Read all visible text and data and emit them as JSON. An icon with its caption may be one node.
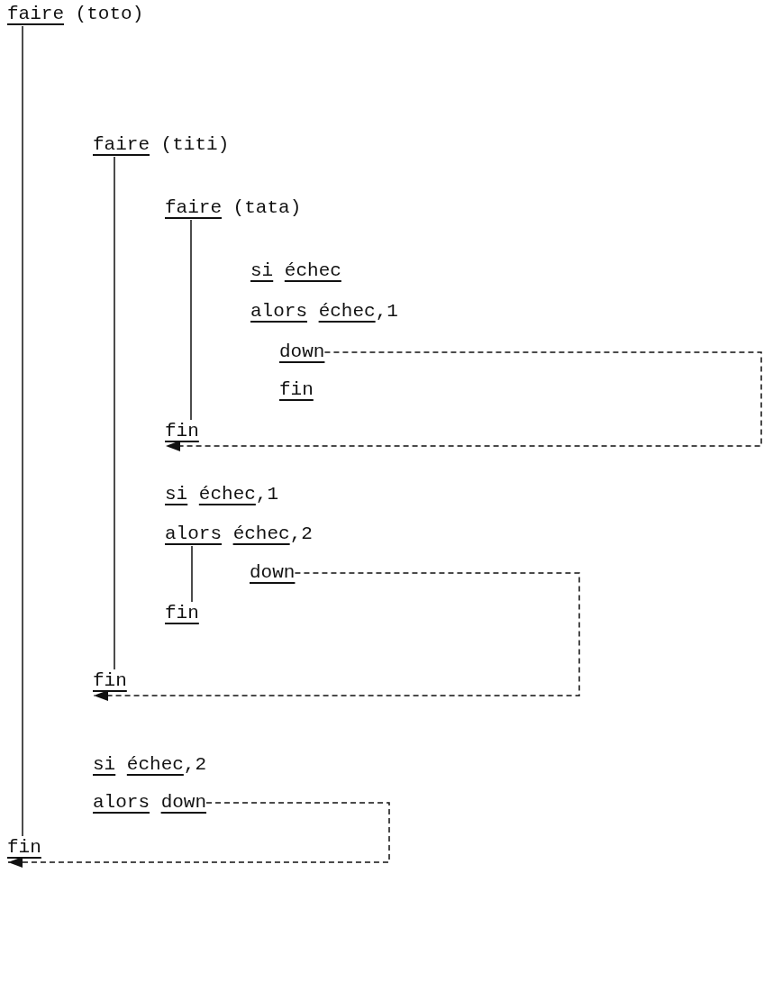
{
  "diagram": {
    "nodes": [
      {
        "text": [
          "faire (toto)"
        ]
      },
      {
        "text": [
          "faire (titi)"
        ]
      },
      {
        "text": [
          "faire (tata)"
        ]
      },
      {
        "text": [
          "si échec"
        ]
      },
      {
        "text": [
          "alors échec,1"
        ]
      },
      {
        "text": [
          "down"
        ]
      },
      {
        "text": [
          "fin"
        ]
      },
      {
        "text": [
          "fin"
        ]
      },
      {
        "text": [
          "si échec,1"
        ]
      },
      {
        "text": [
          "alors échec,2"
        ]
      },
      {
        "text": [
          "down"
        ]
      },
      {
        "text": [
          "fin"
        ]
      },
      {
        "text": [
          "fin"
        ]
      },
      {
        "text": [
          "si échec,2"
        ]
      },
      {
        "text": [
          "alors down"
        ]
      },
      {
        "text": [
          "fin"
        ]
      }
    ],
    "edges": [
      {
        "from": 0,
        "to": 15,
        "arrow": "none"
      },
      {
        "from": 1,
        "to": 12,
        "arrow": "none"
      },
      {
        "from": 2,
        "to": 7,
        "arrow": "none"
      },
      {
        "from": 5,
        "to": 7,
        "arrow": "to",
        "style": "dashed"
      },
      {
        "from": 9,
        "to": 11,
        "arrow": "none"
      },
      {
        "from": 10,
        "to": 12,
        "arrow": "to",
        "style": "dashed"
      },
      {
        "from": 14,
        "to": 15,
        "arrow": "to",
        "style": "dashed"
      }
    ]
  }
}
